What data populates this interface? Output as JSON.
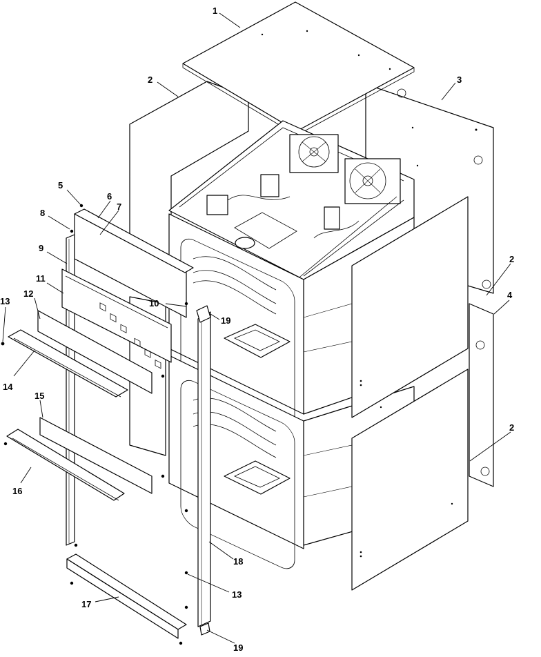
{
  "callouts": {
    "c1": "1",
    "c2a": "2",
    "c3": "3",
    "c2b": "2",
    "c4": "4",
    "c2c": "2",
    "c5": "5",
    "c6": "6",
    "c7": "7",
    "c8": "8",
    "c9": "9",
    "c10": "10",
    "c11": "11",
    "c12": "12",
    "c13a": "13",
    "c19a": "19",
    "c14": "14",
    "c15": "15",
    "c16": "16",
    "c17": "17",
    "c18": "18",
    "c13b": "13",
    "c19b": "19"
  },
  "colors": {
    "line": "#000000",
    "background": "#ffffff"
  }
}
